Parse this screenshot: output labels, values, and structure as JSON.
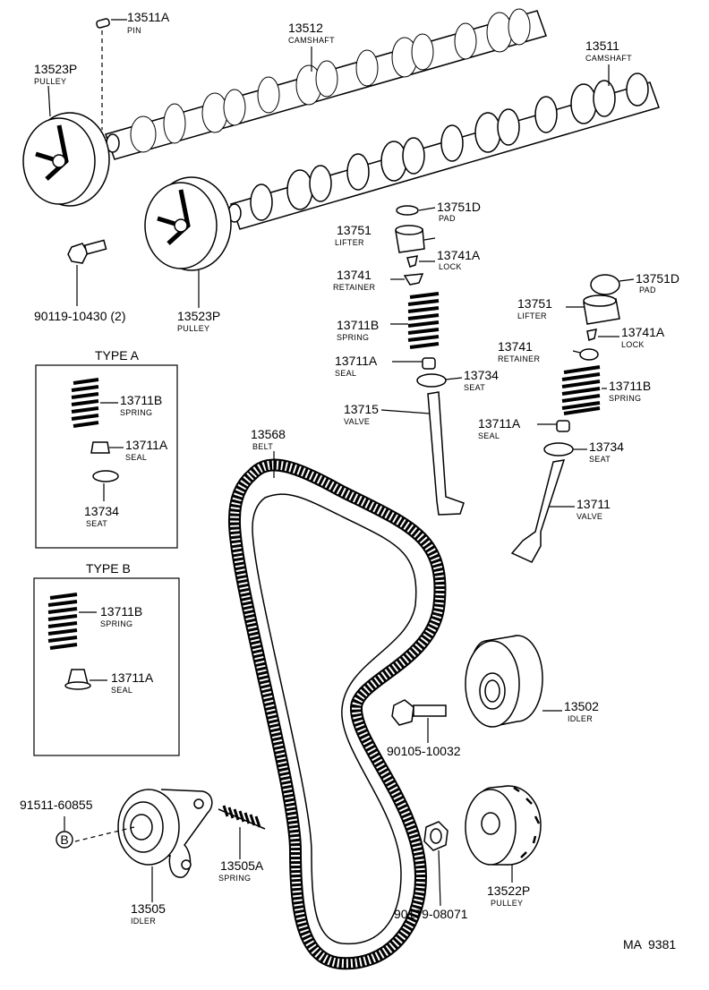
{
  "callouts": {
    "pin_13511a": {
      "number": "13511A",
      "name": "PIN"
    },
    "camshaft_13512": {
      "number": "13512",
      "name": "CAMSHAFT"
    },
    "camshaft_13511": {
      "number": "13511",
      "name": "CAMSHAFT"
    },
    "pulley_13523p_top": {
      "number": "13523P",
      "name": "PULLEY"
    },
    "pulley_13523p_bottom": {
      "number": "13523P",
      "name": "PULLEY"
    },
    "bolt_90119": {
      "number": "90119-10430 (2)"
    },
    "pad_13751d_a": {
      "number": "13751D",
      "name": "PAD"
    },
    "lifter_13751_a": {
      "number": "13751",
      "name": "LIFTER"
    },
    "lock_13741a_a": {
      "number": "13741A",
      "name": "LOCK"
    },
    "retainer_13741_a": {
      "number": "13741",
      "name": "RETAINER"
    },
    "spring_13711b_a": {
      "number": "13711B",
      "name": "SPRING"
    },
    "seal_13711a_a": {
      "number": "13711A",
      "name": "SEAL"
    },
    "seat_13734_a": {
      "number": "13734",
      "name": "SEAT"
    },
    "valve_13715": {
      "number": "13715",
      "name": "VALVE"
    },
    "pad_13751d_b": {
      "number": "13751D",
      "name": "PAD"
    },
    "lifter_13751_b": {
      "number": "13751",
      "name": "LIFTER"
    },
    "lock_13741a_b": {
      "number": "13741A",
      "name": "LOCK"
    },
    "retainer_13741_b": {
      "number": "13741",
      "name": "RETAINER"
    },
    "spring_13711b_b": {
      "number": "13711B",
      "name": "SPRING"
    },
    "seal_13711a_b": {
      "number": "13711A",
      "name": "SEAL"
    },
    "seat_13734_b": {
      "number": "13734",
      "name": "SEAT"
    },
    "valve_13711": {
      "number": "13711",
      "name": "VALVE"
    },
    "belt_13568": {
      "number": "13568",
      "name": "BELT"
    },
    "idler_13502": {
      "number": "13502",
      "name": "IDLER"
    },
    "bolt_90105": {
      "number": "90105-10032"
    },
    "bolt_91511": {
      "number": "91511-60855"
    },
    "marker_b": {
      "number": "B"
    },
    "idler_13505": {
      "number": "13505",
      "name": "IDLER"
    },
    "spring_13505a": {
      "number": "13505A",
      "name": "SPRING"
    },
    "nut_90179": {
      "number": "90179-08071"
    },
    "pulley_13522p": {
      "number": "13522P",
      "name": "PULLEY"
    }
  },
  "type_a": {
    "title": "TYPE A",
    "spring": {
      "number": "13711B",
      "name": "SPRING"
    },
    "seal": {
      "number": "13711A",
      "name": "SEAL"
    },
    "seat": {
      "number": "13734",
      "name": "SEAT"
    }
  },
  "type_b": {
    "title": "TYPE B",
    "spring": {
      "number": "13711B",
      "name": "SPRING"
    },
    "seal": {
      "number": "13711A",
      "name": "SEAL"
    }
  },
  "footer": {
    "code": "MA  9381"
  }
}
